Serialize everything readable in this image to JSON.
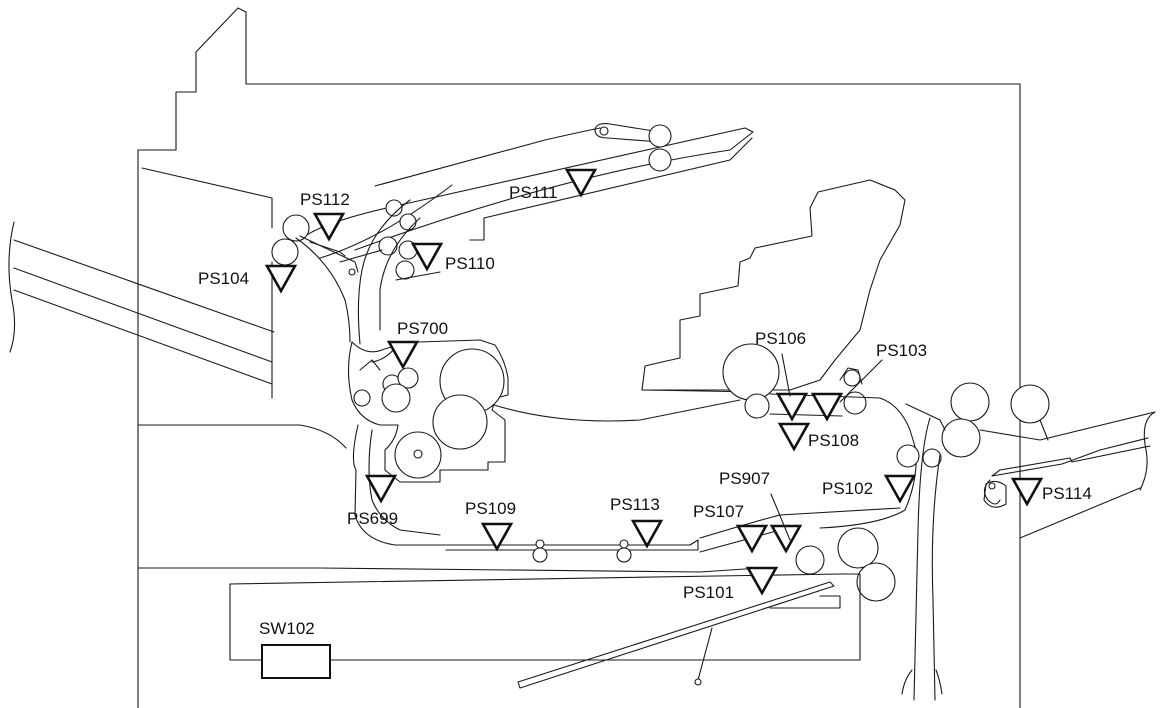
{
  "sensors": [
    {
      "id": "ps112",
      "label": "PS112"
    },
    {
      "id": "ps111",
      "label": "PS111"
    },
    {
      "id": "ps104",
      "label": "PS104"
    },
    {
      "id": "ps110",
      "label": "PS110"
    },
    {
      "id": "ps700",
      "label": "PS700"
    },
    {
      "id": "ps106",
      "label": "PS106"
    },
    {
      "id": "ps103",
      "label": "PS103"
    },
    {
      "id": "ps108",
      "label": "PS108"
    },
    {
      "id": "ps102",
      "label": "PS102"
    },
    {
      "id": "ps114",
      "label": "PS114"
    },
    {
      "id": "ps907",
      "label": "PS907"
    },
    {
      "id": "ps107",
      "label": "PS107"
    },
    {
      "id": "ps109",
      "label": "PS109"
    },
    {
      "id": "ps113",
      "label": "PS113"
    },
    {
      "id": "ps699",
      "label": "PS699"
    },
    {
      "id": "ps101",
      "label": "PS101"
    }
  ],
  "switches": [
    {
      "id": "sw102",
      "label": "SW102"
    }
  ]
}
